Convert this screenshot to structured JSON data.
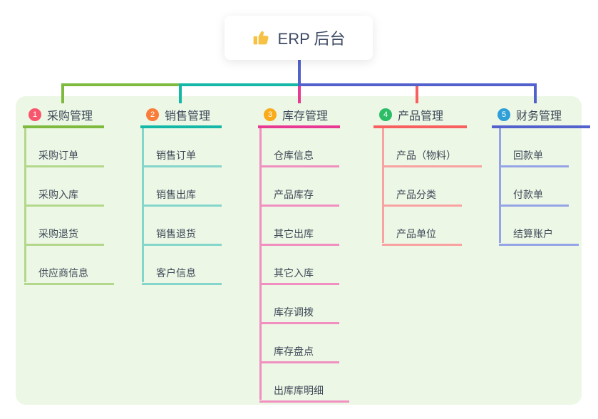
{
  "root": {
    "label": "ERP 后台",
    "icon": "thumbs-up-icon"
  },
  "branches": [
    {
      "key": "purchase",
      "index": "1",
      "label": "采购管理",
      "badge_color": "#f8566d",
      "line_color": "#7eba3e",
      "light_line_color": "#b3d88c",
      "children": [
        "采购订单",
        "采购入库",
        "采购退货",
        "供应商信息"
      ]
    },
    {
      "key": "sales",
      "index": "2",
      "label": "销售管理",
      "badge_color": "#f97c38",
      "line_color": "#14b8a6",
      "light_line_color": "#84d6cb",
      "children": [
        "销售订单",
        "销售出库",
        "销售退货",
        "客户信息"
      ]
    },
    {
      "key": "inventory",
      "index": "3",
      "label": "库存管理",
      "badge_color": "#f9ab19",
      "line_color": "#e83a93",
      "light_line_color": "#f08fc0",
      "children": [
        "仓库信息",
        "产品库存",
        "其它出库",
        "其它入库",
        "库存调拨",
        "库存盘点",
        "出库库明细"
      ]
    },
    {
      "key": "product",
      "index": "4",
      "label": "产品管理",
      "badge_color": "#2dbd67",
      "line_color": "#f85f5f",
      "light_line_color": "#f9a2a2",
      "children": [
        "产品（物料）",
        "产品分类",
        "产品单位"
      ]
    },
    {
      "key": "finance",
      "index": "5",
      "label": "财务管理",
      "badge_color": "#2f9fd8",
      "line_color": "#5361cd",
      "light_line_color": "#94a4e6",
      "children": [
        "回款单",
        "付款单",
        "结算账户"
      ]
    }
  ],
  "colors": {
    "canvas_bg": "#ffffff",
    "panel_bg": "#edf7e6",
    "root_connector": "#5361cd",
    "thumb_icon": "#f7c243"
  }
}
